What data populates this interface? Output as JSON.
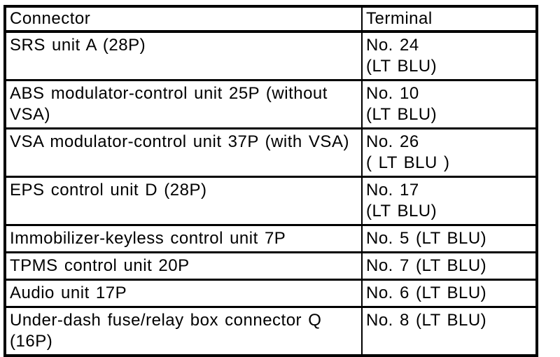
{
  "colors": {
    "border": "#000000",
    "text": "#000000",
    "background": "#ffffff"
  },
  "table": {
    "headers": [
      "Connector",
      "Terminal"
    ],
    "rows": [
      {
        "connector": "SRS unit A (28P)",
        "terminal": "No. 24\n(LT BLU)"
      },
      {
        "connector": "ABS modulator-control unit 25P (without\nVSA)",
        "terminal": "No. 10\n(LT BLU)"
      },
      {
        "connector": "VSA modulator-control unit 37P (with VSA)",
        "terminal": "No. 26\n( LT BLU )"
      },
      {
        "connector": "EPS control unit D (28P)",
        "terminal": "No. 17\n(LT BLU)"
      },
      {
        "connector": "Immobilizer-keyless control unit 7P",
        "terminal": "No. 5 (LT BLU)"
      },
      {
        "connector": "TPMS control unit 20P",
        "terminal": "No. 7 (LT BLU)"
      },
      {
        "connector": "Audio unit 17P",
        "terminal": "No. 6 (LT BLU)"
      },
      {
        "connector": "Under-dash fuse/relay box connector Q\n(16P)",
        "terminal": "No. 8 (LT BLU)"
      }
    ]
  }
}
